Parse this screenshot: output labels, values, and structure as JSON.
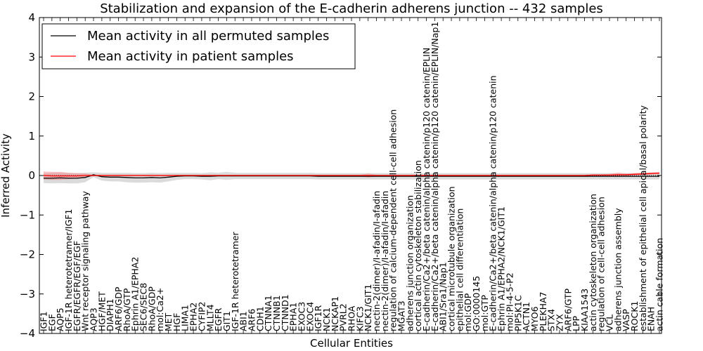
{
  "chart_data": {
    "type": "line",
    "title": "Stabilization and expansion of the E-cadherin adherens junction -- 432 samples",
    "xlabel": "Cellular Entities",
    "ylabel": "Inferred Activity",
    "ylim": [
      -4,
      4
    ],
    "yticks": [
      -4,
      -3,
      -2,
      -1,
      0,
      1,
      2,
      3,
      4
    ],
    "grid": false,
    "legend_position": "top-left",
    "categories": [
      "IGF1",
      "EGF",
      "AQP5",
      "IGF-1R heterotetramer/IGF1",
      "EGFR/EGFR/EGF/EGF",
      "Wnt receptor signaling pathway",
      "AQP3",
      "HGF/MET",
      "DIAPH1",
      "ARF6/GDP",
      "RhoA/GTP",
      "Ephrin A1/EPHA2",
      "SEC6/SEC8",
      "RhoA/GDP",
      "mol:Ca2+",
      "MET",
      "HGF",
      "LIMA1",
      "EPHA2",
      "CYFIP2",
      "MLLT4",
      "EGFR",
      "GIT1",
      "IGF-1R heterotetramer",
      "ABI1",
      "ARF6",
      "CDH1",
      "CTNNA1",
      "CTNNB1",
      "CTNND1",
      "EPHA1",
      "EXOC3",
      "EXOC4",
      "IGF1R",
      "NCK1",
      "NCKAP1",
      "PVRL2",
      "RHOA",
      "KIFC3",
      "NCK1/GIT1",
      "nectin-2(dimer)/I-afadin/I-afadin",
      "nectin-2(dimer)/I-afadin/I-afadin",
      "regulation of calcium-dependent cell-cell adhesion",
      "MGAT3",
      "adherens junction organization",
      "cortical actin cytoskeleton stabilization",
      "E-cadherin/Ca2+/beta catenin/alpha catenin/p120 catenin/EPLIN",
      "E-cadherin/Ca2+/beta catenin/alpha catenin/p120 catenin/EPLIN/Nap1",
      "ABI1/Sra1/Nap1",
      "cortical microtubule organization",
      "epithelial cell differentiation",
      "mol:GDP",
      "GO:0000145",
      "mol:GTP",
      "E-cadherin/Ca2+/beta catenin/alpha catenin/p120 catenin",
      "Ephrin A1/EPHA2/NCK1/GIT1",
      "mol:PI-4-5-P2",
      "PIP5K1C",
      "ACTN1",
      "MYO6",
      "PLEKHA7",
      "STX4",
      "ZYX",
      "ARF6/GTP",
      "LPP",
      "KIAA1543",
      "actin cytoskeleton organization",
      "regulation of cell-cell adhesion",
      "VCL",
      "adherens junction assembly",
      "VASP",
      "ROCK1",
      "establishment of epithelial cell apical/basal polarity",
      "ENAH",
      "actin cable formation"
    ],
    "series": [
      {
        "name": "Mean activity in all permuted samples",
        "color": "#000000",
        "values": [
          -0.07,
          -0.07,
          -0.06,
          -0.07,
          -0.07,
          -0.05,
          0.02,
          -0.03,
          -0.04,
          -0.04,
          -0.05,
          -0.06,
          -0.06,
          -0.05,
          -0.06,
          -0.04,
          -0.02,
          -0.01,
          -0.01,
          -0.02,
          -0.02,
          -0.01,
          -0.01,
          -0.01,
          -0.01,
          -0.01,
          -0.01,
          -0.01,
          -0.01,
          -0.01,
          -0.01,
          -0.01,
          -0.01,
          -0.02,
          -0.02,
          -0.02,
          -0.02,
          -0.02,
          -0.02,
          -0.02,
          -0.02,
          -0.02,
          -0.02,
          -0.02,
          -0.02,
          -0.02,
          -0.02,
          -0.02,
          -0.02,
          -0.02,
          -0.02,
          -0.02,
          -0.02,
          -0.02,
          -0.02,
          -0.02,
          -0.02,
          -0.02,
          -0.02,
          -0.02,
          -0.02,
          -0.02,
          -0.02,
          -0.02,
          -0.02,
          -0.02,
          -0.02,
          -0.02,
          -0.02,
          -0.02,
          -0.02,
          -0.02,
          -0.02,
          -0.02,
          -0.02
        ]
      },
      {
        "name": "Mean activity in patient samples",
        "color": "#ff0000",
        "values": [
          0.0,
          -0.01,
          -0.01,
          -0.01,
          -0.01,
          0.0,
          0.0,
          0.0,
          0.0,
          0.0,
          0.0,
          0.0,
          0.0,
          0.0,
          0.0,
          0.0,
          0.0,
          0.0,
          0.0,
          0.0,
          0.0,
          0.0,
          0.0,
          0.0,
          0.0,
          0.0,
          0.0,
          0.0,
          0.0,
          0.0,
          0.0,
          0.0,
          0.0,
          0.0,
          0.0,
          0.0,
          0.0,
          0.0,
          0.0,
          0.0,
          0.0,
          0.0,
          0.0,
          0.0,
          0.0,
          0.0,
          0.0,
          0.0,
          0.0,
          0.0,
          0.0,
          0.0,
          0.0,
          0.0,
          0.0,
          0.0,
          0.0,
          0.0,
          0.0,
          0.0,
          0.0,
          0.0,
          0.0,
          0.0,
          0.0,
          0.0,
          0.01,
          0.01,
          0.01,
          0.02,
          0.02,
          0.03,
          0.04,
          0.05,
          0.06
        ]
      }
    ],
    "bands": [
      {
        "series": "Mean activity in all permuted samples",
        "color": "#b0b0b0",
        "half_width": [
          0.12,
          0.13,
          0.13,
          0.13,
          0.13,
          0.12,
          0.06,
          0.1,
          0.11,
          0.11,
          0.12,
          0.12,
          0.12,
          0.12,
          0.12,
          0.11,
          0.09,
          0.08,
          0.08,
          0.08,
          0.1,
          0.08,
          0.1,
          0.08,
          0.08,
          0.08,
          0.08,
          0.08,
          0.08,
          0.08,
          0.08,
          0.08,
          0.08,
          0.08,
          0.08,
          0.08,
          0.08,
          0.08,
          0.08,
          0.08,
          0.08,
          0.08,
          0.08,
          0.08,
          0.08,
          0.08,
          0.08,
          0.08,
          0.08,
          0.08,
          0.08,
          0.08,
          0.08,
          0.08,
          0.08,
          0.08,
          0.08,
          0.08,
          0.08,
          0.08,
          0.08,
          0.08,
          0.08,
          0.08,
          0.08,
          0.08,
          0.08,
          0.08,
          0.08,
          0.08,
          0.08,
          0.08,
          0.08,
          0.08,
          0.08
        ]
      },
      {
        "series": "Mean activity in patient samples",
        "color": "#f08080",
        "half_width": [
          0.1,
          0.1,
          0.1,
          0.08,
          0.07,
          0.05,
          0.02,
          0.02,
          0.02,
          0.02,
          0.02,
          0.02,
          0.02,
          0.02,
          0.02,
          0.02,
          0.02,
          0.02,
          0.02,
          0.02,
          0.02,
          0.02,
          0.02,
          0.02,
          0.02,
          0.02,
          0.02,
          0.02,
          0.02,
          0.02,
          0.02,
          0.02,
          0.02,
          0.02,
          0.02,
          0.02,
          0.02,
          0.02,
          0.02,
          0.05,
          0.02,
          0.02,
          0.02,
          0.02,
          0.02,
          0.02,
          0.02,
          0.02,
          0.02,
          0.02,
          0.02,
          0.02,
          0.02,
          0.02,
          0.02,
          0.02,
          0.02,
          0.02,
          0.02,
          0.02,
          0.02,
          0.02,
          0.02,
          0.02,
          0.02,
          0.02,
          0.02,
          0.02,
          0.03,
          0.05,
          0.03,
          0.03,
          0.03,
          0.03,
          0.03
        ]
      }
    ],
    "zero_line": true
  }
}
